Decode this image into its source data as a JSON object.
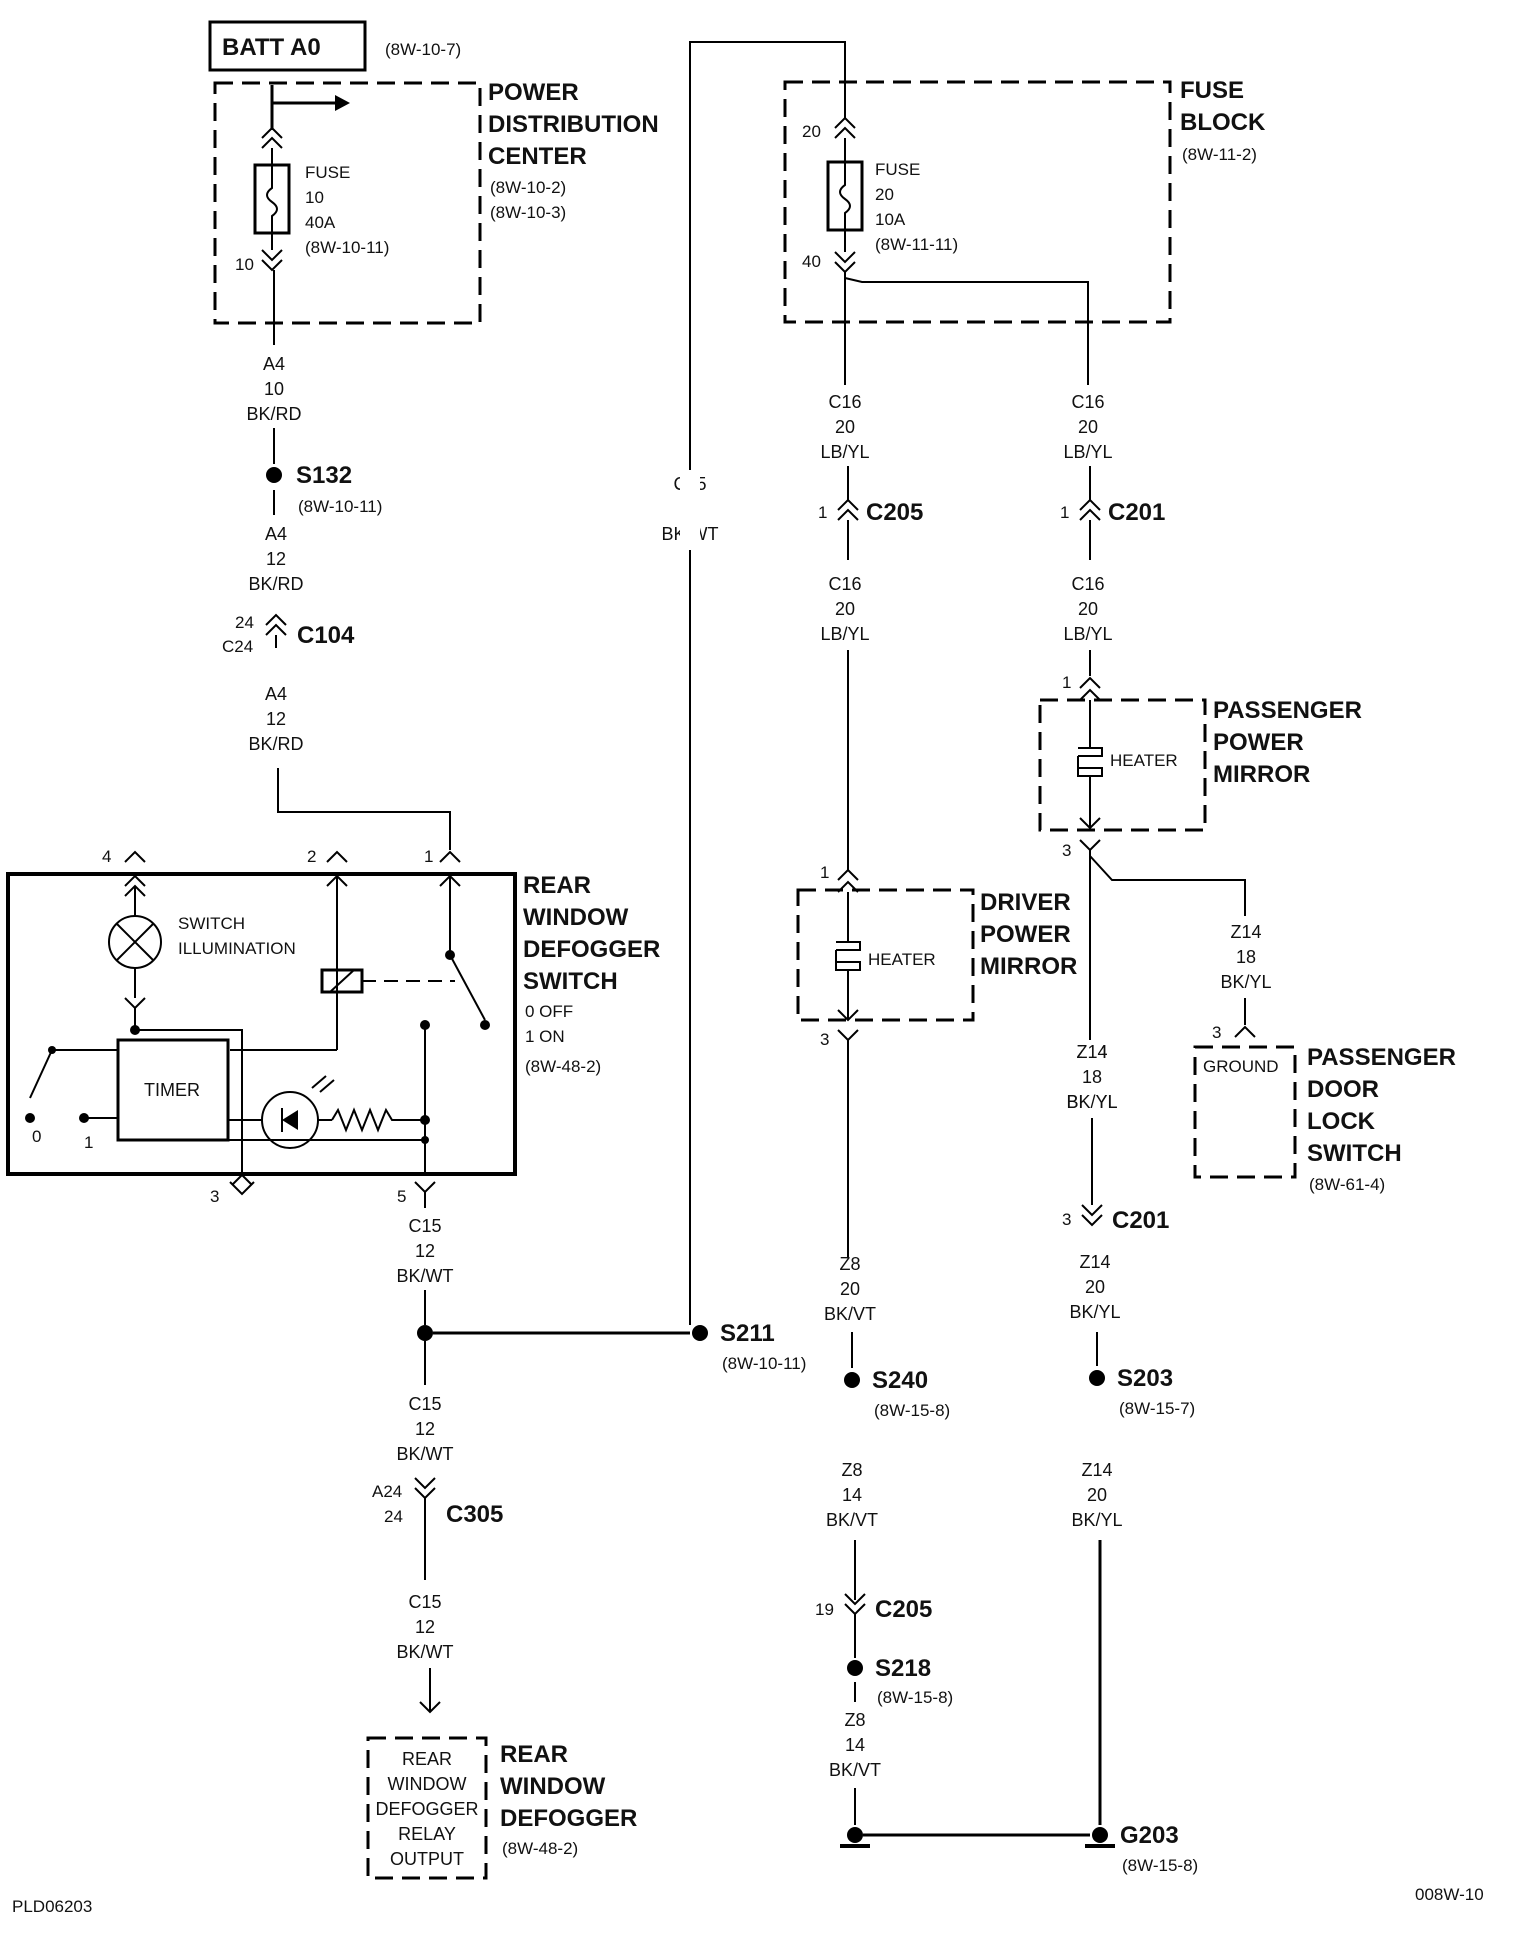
{
  "batt": {
    "label": "BATT A0",
    "ref": "(8W-10-7)"
  },
  "pdc": {
    "title": [
      "POWER",
      "DISTRIBUTION",
      "CENTER"
    ],
    "refs": [
      "(8W-10-2)",
      "(8W-10-3)"
    ],
    "fuse": [
      "FUSE",
      "10",
      "40A",
      "(8W-10-11)"
    ],
    "pin_bottom": "10"
  },
  "fuse_block": {
    "title": [
      "FUSE",
      "BLOCK"
    ],
    "ref": "(8W-11-2)",
    "fuse": [
      "FUSE",
      "20",
      "10A",
      "(8W-11-11)"
    ],
    "pin_top": "20",
    "pin_bottom": "40"
  },
  "wires": {
    "a4_10": [
      "A4",
      "10",
      "BK/RD"
    ],
    "a4_12_a": [
      "A4",
      "12",
      "BK/RD"
    ],
    "a4_12_b": [
      "A4",
      "12",
      "BK/RD"
    ],
    "c15_top": [
      "C15",
      "12",
      "BK/WT"
    ],
    "c16_a": [
      "C16",
      "20",
      "LB/YL"
    ],
    "c16_b": [
      "C16",
      "20",
      "LB/YL"
    ],
    "c16_c": [
      "C16",
      "20",
      "LB/YL"
    ],
    "c16_d": [
      "C16",
      "20",
      "LB/YL"
    ],
    "z14_a": [
      "Z14",
      "18",
      "BK/YL"
    ],
    "z14_b": [
      "Z14",
      "18",
      "BK/YL"
    ],
    "z14_c": [
      "Z14",
      "20",
      "BK/YL"
    ],
    "z14_d": [
      "Z14",
      "20",
      "BK/YL"
    ],
    "c15_a": [
      "C15",
      "12",
      "BK/WT"
    ],
    "c15_b": [
      "C15",
      "12",
      "BK/WT"
    ],
    "c15_c": [
      "C15",
      "12",
      "BK/WT"
    ],
    "z8_a": [
      "Z8",
      "20",
      "BK/VT"
    ],
    "z8_b": [
      "Z8",
      "14",
      "BK/VT"
    ],
    "z8_c": [
      "Z8",
      "14",
      "BK/VT"
    ]
  },
  "splices": {
    "s132": {
      "label": "S132",
      "ref": "(8W-10-11)"
    },
    "s211": {
      "label": "S211",
      "ref": "(8W-10-11)"
    },
    "s240": {
      "label": "S240",
      "ref": "(8W-15-8)"
    },
    "s203": {
      "label": "S203",
      "ref": "(8W-15-7)"
    },
    "s218": {
      "label": "S218",
      "ref": "(8W-15-8)"
    }
  },
  "connectors": {
    "c104": {
      "label": "C104",
      "pins": [
        "24",
        "C24"
      ]
    },
    "c205_top": {
      "label": "C205",
      "pin": "1"
    },
    "c201_top": {
      "label": "C201",
      "pin": "1"
    },
    "c201_bot": {
      "label": "C201",
      "pin": "3"
    },
    "c305": {
      "label": "C305",
      "pins": [
        "A24",
        "24"
      ]
    },
    "c205_bot": {
      "label": "C205",
      "pin": "19"
    }
  },
  "switch": {
    "title": [
      "REAR",
      "WINDOW",
      "DEFOGGER",
      "SWITCH"
    ],
    "states": [
      "0 OFF",
      "1 ON"
    ],
    "ref": "(8W-48-2)",
    "illum": [
      "SWITCH",
      "ILLUMINATION"
    ],
    "timer": "TIMER",
    "pins": [
      "4",
      "2",
      "1",
      "3",
      "5"
    ],
    "positions": [
      "0",
      "1"
    ]
  },
  "driver_mirror": {
    "title": [
      "DRIVER",
      "POWER",
      "MIRROR"
    ],
    "heater": "HEATER",
    "pins": [
      "1",
      "3"
    ]
  },
  "pass_mirror": {
    "title": [
      "PASSENGER",
      "POWER",
      "MIRROR"
    ],
    "heater": "HEATER",
    "pins": [
      "1",
      "3"
    ]
  },
  "door_lock": {
    "title": [
      "PASSENGER",
      "DOOR",
      "LOCK",
      "SWITCH"
    ],
    "inner": "GROUND",
    "ref": "(8W-61-4)",
    "pin": "3"
  },
  "defogger": {
    "title": [
      "REAR",
      "WINDOW",
      "DEFOGGER"
    ],
    "ref": "(8W-48-2)",
    "inner": [
      "REAR",
      "WINDOW",
      "DEFOGGER",
      "RELAY",
      "OUTPUT"
    ]
  },
  "ground": {
    "label": "G203",
    "ref": "(8W-15-8)"
  },
  "footer": {
    "left": "PLD06203",
    "right": "008W-10"
  }
}
